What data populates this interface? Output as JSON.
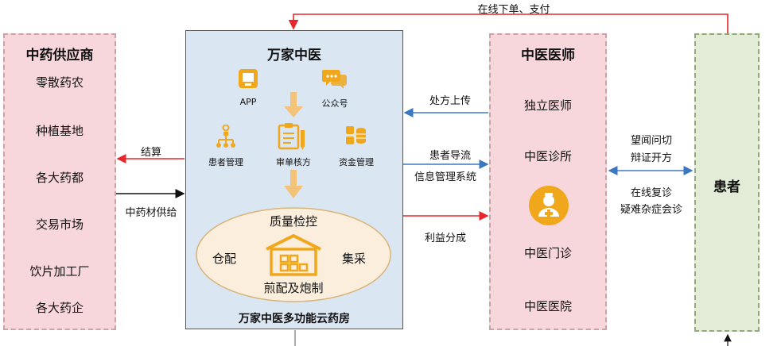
{
  "top_flow_label": "在线下单、支付",
  "supplier": {
    "title": "中药供应商",
    "items": [
      "零散药农",
      "种植基地",
      "各大药都",
      "交易市场",
      "饮片加工厂",
      "各大药企"
    ]
  },
  "center": {
    "title": "万家中医",
    "footer": "万家中医多功能云药房",
    "channels": [
      "APP",
      "公众号"
    ],
    "functions": [
      "患者管理",
      "审单核方",
      "资金管理"
    ],
    "quality": "质量检控",
    "warehouse_left": "仓配",
    "warehouse_right": "集采",
    "processing": "煎配及炮制"
  },
  "doctor": {
    "title": "中医医师",
    "items": [
      "独立医师",
      "中医诊所",
      "中医门诊",
      "中医医院"
    ]
  },
  "patient": {
    "title": "患者"
  },
  "flows": {
    "settlement": "结算",
    "supply": "中药材供给",
    "prescription_upload": "处方上传",
    "patient_guidance": "患者导流",
    "info_system": "信息管理系统",
    "profit_share": "利益分成",
    "consult_1": "望闻问切",
    "consult_2": "辩证开方",
    "consult_3": "在线复诊",
    "consult_4": "疑难杂症会诊"
  },
  "colors": {
    "red_arrow": "#e8262c",
    "blue_arrow": "#3b78c2",
    "black_arrow": "#111111",
    "icon_orange": "#f0a71c",
    "down_arrow": "#f4c37a",
    "ellipse_fill": "#fbeedd",
    "ellipse_stroke": "#d8b57a"
  },
  "icons": [
    "app-icon",
    "wechat-icon",
    "org-chart-icon",
    "clipboard-icon",
    "coins-icon",
    "warehouse-icon",
    "doctor-avatar-icon"
  ]
}
